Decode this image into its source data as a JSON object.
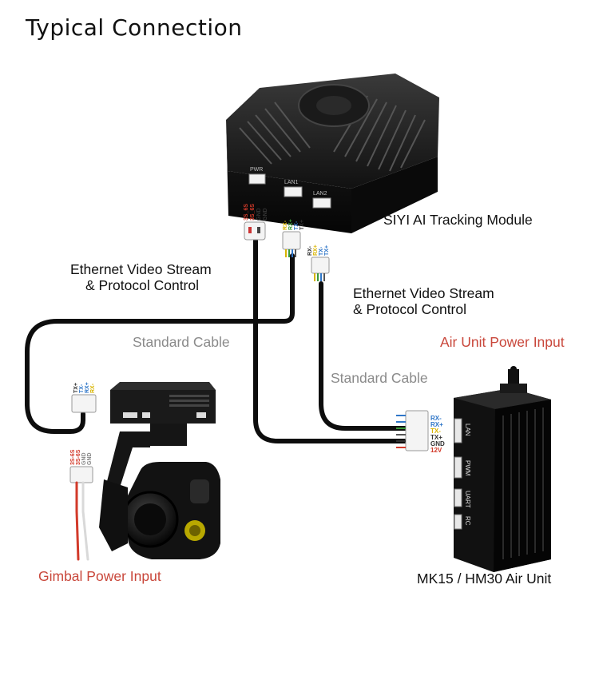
{
  "title": "Typical Connection",
  "labels": {
    "tracking_module": "SIYI AI Tracking Module",
    "eth_left_line1": "Ethernet Video Stream",
    "eth_left_line2": "& Protocol Control",
    "eth_right_line1": "Ethernet Video Stream",
    "eth_right_line2": "& Protocol Control",
    "std_cable_left": "Standard Cable",
    "std_cable_right": "Standard Cable",
    "air_unit_power": "Air Unit Power Input",
    "gimbal_power": "Gimbal Power Input",
    "air_unit": "MK15 / HM30 Air Unit"
  },
  "module_ports": [
    "PWR",
    "LAN1",
    "LAN2"
  ],
  "module_pwr_pins": [
    "3S_6S",
    "3S_6S",
    "GND",
    "GND"
  ],
  "module_lan1_pins": [
    "RX-",
    "RX+",
    "TX-",
    "TX+"
  ],
  "module_lan2_pins": [
    "RX-",
    "RX+",
    "TX-",
    "TX+"
  ],
  "air_unit_pins": [
    "RX-",
    "RX+",
    "TX-",
    "TX+",
    "GND",
    "12V"
  ],
  "air_unit_ports": [
    "LAN",
    "PWM",
    "UART",
    "RC"
  ],
  "gimbal_eth_pins": [
    "TX+",
    "TX-",
    "RX+",
    "RX-"
  ],
  "gimbal_pwr_pins": [
    "3S-6S",
    "3S-6S",
    "GND",
    "GND"
  ],
  "colors": {
    "red_label": "#c9473b",
    "gray_label": "#8a8a8a",
    "cable": "#0d0d0d",
    "pin_red": "#d23a2a",
    "pin_blue": "#2f76c8",
    "pin_yellow": "#d8b400",
    "pin_green": "#3a9a3a"
  }
}
